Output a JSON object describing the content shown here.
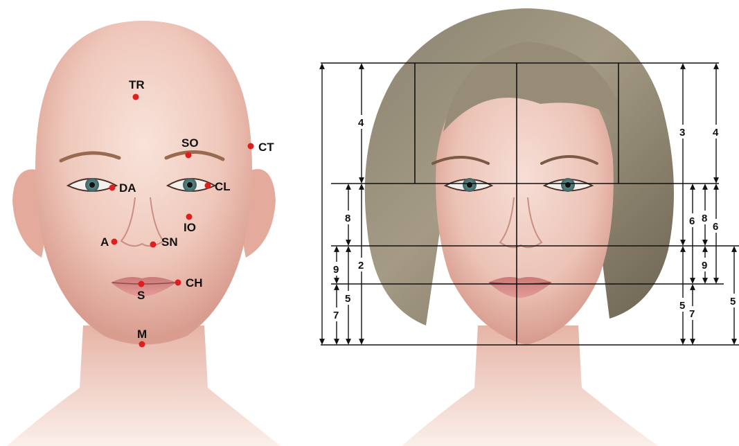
{
  "figure": {
    "left_face": {
      "landmarks": [
        {
          "id": "tr",
          "label": "TR"
        },
        {
          "id": "so",
          "label": "SO"
        },
        {
          "id": "ct",
          "label": "CT"
        },
        {
          "id": "da",
          "label": "DA"
        },
        {
          "id": "cl",
          "label": "CL"
        },
        {
          "id": "io",
          "label": "IO"
        },
        {
          "id": "a",
          "label": "A"
        },
        {
          "id": "sn",
          "label": "SN"
        },
        {
          "id": "ch",
          "label": "CH"
        },
        {
          "id": "s",
          "label": "S"
        },
        {
          "id": "m",
          "label": "M"
        }
      ]
    },
    "right_face": {
      "proportion_labels": {
        "left_upper_4": "4",
        "left_8": "8",
        "left_2": "2",
        "left_9": "9",
        "left_5": "5",
        "left_7": "7",
        "right_3": "3",
        "right_4": "4",
        "right_6a": "6",
        "right_8": "8",
        "right_6b": "6",
        "right_9": "9",
        "right_5a": "5",
        "right_7": "7",
        "right_5b": "5"
      }
    }
  }
}
